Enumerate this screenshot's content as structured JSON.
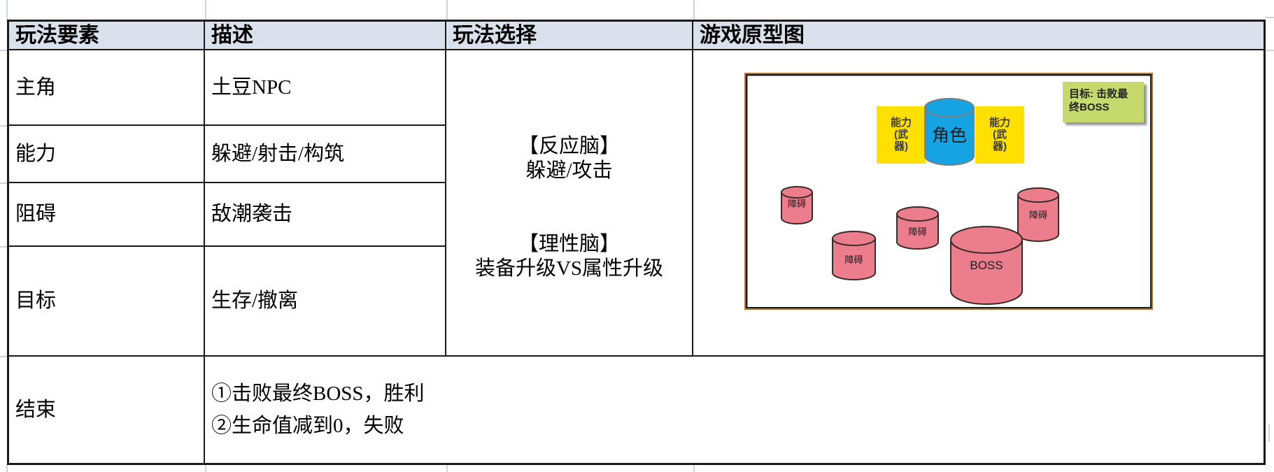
{
  "table": {
    "headers": [
      "玩法要素",
      "描述",
      "玩法选择",
      "游戏原型图"
    ],
    "rows": [
      {
        "element": "主角",
        "description": "土豆NPC"
      },
      {
        "element": "能力",
        "description": "躲避/射击/构筑"
      },
      {
        "element": "阻碍",
        "description": "敌潮袭击"
      },
      {
        "element": "目标",
        "description": "生存/撤离"
      }
    ],
    "choice_cell": "【反应脑】\n躲避/攻击\n\n\n【理性脑】\n装备升级VS属性升级",
    "end_row": {
      "element": "结束",
      "description": "①击败最终BOSS，胜利\n②生命值减到0，失败"
    },
    "header_fill": "#d9e1ec",
    "border_color": "#1a1a1a"
  },
  "diagram": {
    "character_label": "角色",
    "ability_label": "能力\n(武\n器)",
    "goal_note": "目标: 击败最\n终BOSS",
    "obstacle_label": "障碍",
    "boss_label": "BOSS",
    "colors": {
      "character": "#16a3e3",
      "ability": "#ffe000",
      "goal": "#c5d96d",
      "obstacle": "#ec7d8d"
    }
  }
}
